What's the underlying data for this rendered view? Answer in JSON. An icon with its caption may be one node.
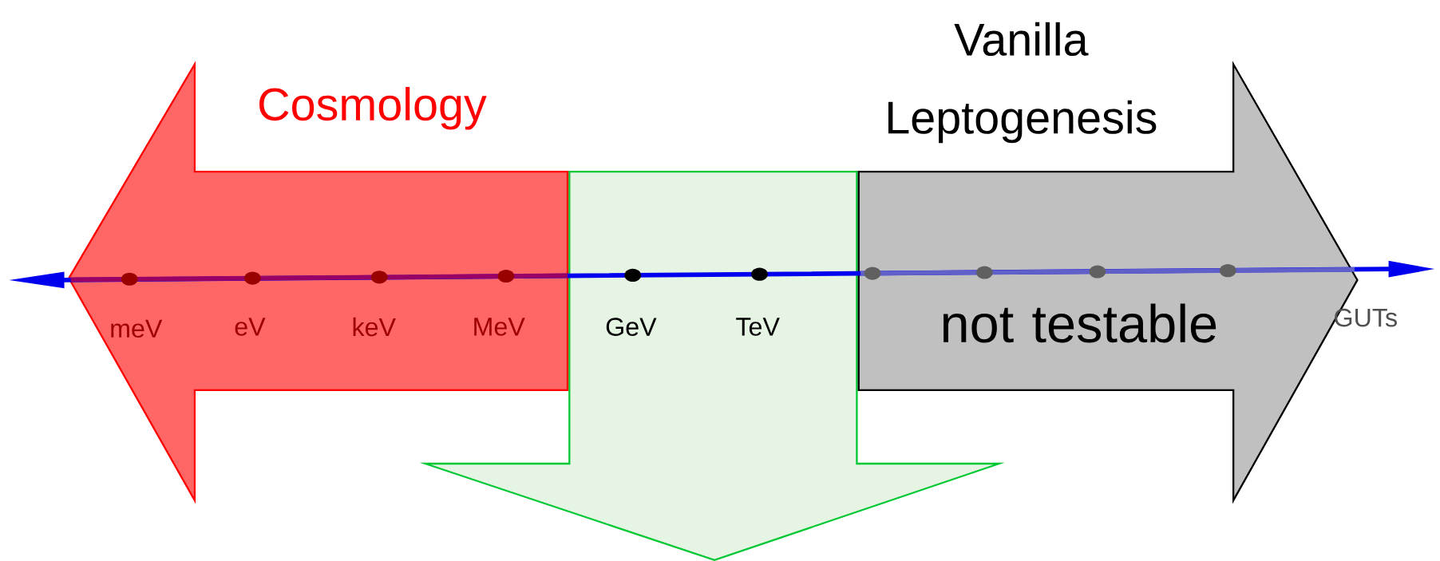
{
  "diagram": {
    "nodes": [
      {
        "text": [
          "Cosmology"
        ]
      },
      {
        "text": [],
        "shape": "arrow"
      },
      {
        "text": [
          "Vanilla Leptogenesis",
          "not testable"
        ]
      }
    ],
    "labels": [
      "meV",
      "eV",
      "keV",
      "MeV",
      "GeV",
      "TeV",
      "GUTs"
    ]
  }
}
